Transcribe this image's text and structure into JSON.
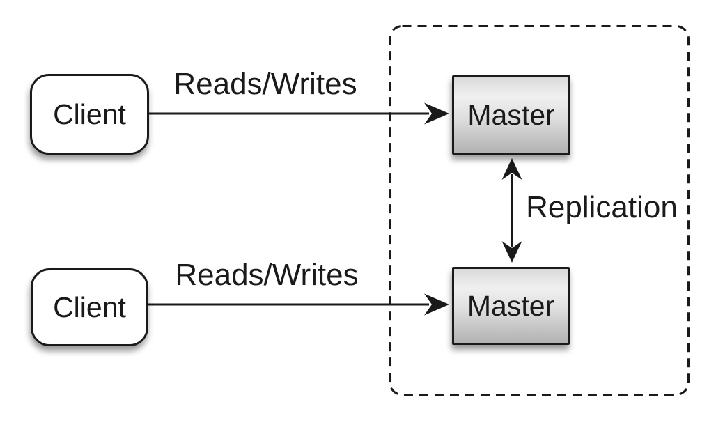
{
  "diagram": {
    "nodes": {
      "client_top": {
        "label": "Client"
      },
      "client_bottom": {
        "label": "Client"
      },
      "master_top": {
        "label": "Master"
      },
      "master_bottom": {
        "label": "Master"
      }
    },
    "edges": {
      "reads_writes_top": {
        "label": "Reads/Writes"
      },
      "reads_writes_bottom": {
        "label": "Reads/Writes"
      },
      "replication": {
        "label": "Replication"
      }
    },
    "colors": {
      "stroke": "#1a1a1a",
      "background": "#ffffff",
      "client_fill": "#ffffff",
      "master_fill_top": "#f0f0f0",
      "master_fill_bottom": "#b3b3b3"
    }
  }
}
